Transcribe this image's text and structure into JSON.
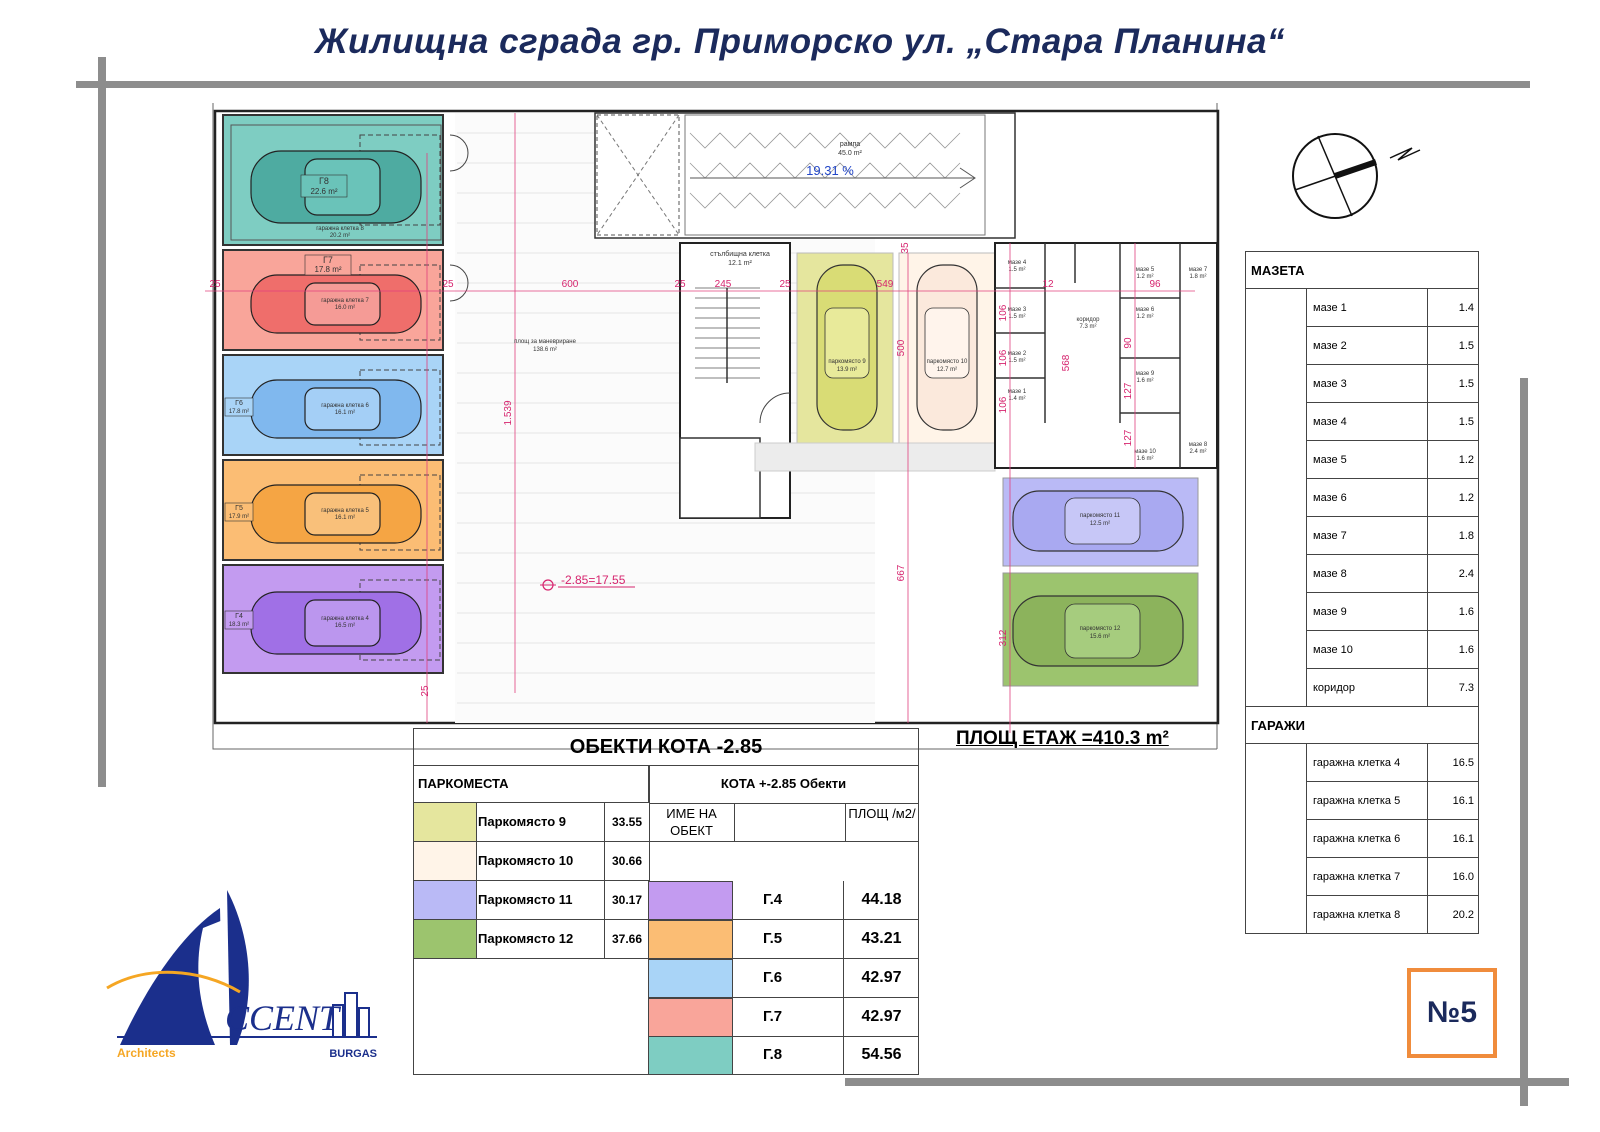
{
  "title": "Жилищна сграда гр. Приморско ул. „Стара Планина“",
  "colors": {
    "g8": "#7ecdc2",
    "g7": "#f9a59a",
    "g6": "#a9d4f7",
    "g5": "#fbbd74",
    "g4": "#c39bf0",
    "p9": "#e5e69e",
    "p10": "#fff4e8",
    "p11": "#babaf6",
    "p12": "#9cc46e",
    "navy": "#1b2a5c",
    "accent": "#f08c3c",
    "dim": "#d6246e"
  },
  "plan": {
    "ramp_label": "рампа",
    "ramp_area": "45.0 m²",
    "ramp_slope": "19.31 %",
    "stair_label": "стълбищна клетка",
    "stair_area": "12.1 m²",
    "maneuver_label": "площ за маневриране",
    "maneuver_area": "138.6 m²",
    "level_mark": "-2.85=17.55",
    "corridor_label": "коридор",
    "corridor_area": "7.3 m²",
    "garages": [
      {
        "id": "Г8",
        "area": "22.6 m²",
        "cell": "гаражна клетка 8",
        "cell_area": "20.2 m²"
      },
      {
        "id": "Г7",
        "area": "17.8 m²",
        "cell": "гаражна клетка 7",
        "cell_area": "16.0 m²"
      },
      {
        "id": "Г6",
        "area": "17.8 m²",
        "cell": "гаражна клетка 6",
        "cell_area": "16.1 m²"
      },
      {
        "id": "Г5",
        "area": "17.9 m²",
        "cell": "гаражна клетка 5",
        "cell_area": "16.1 m²"
      },
      {
        "id": "Г4",
        "area": "18.3 m²",
        "cell": "гаражна клетка 4",
        "cell_area": "16.5 m²"
      }
    ],
    "spots": [
      {
        "label": "паркомясто 9",
        "area": "13.9 m²"
      },
      {
        "label": "паркомясто 10",
        "area": "12.7 m²"
      },
      {
        "label": "паркомясто 11",
        "area": "12.5 m²"
      },
      {
        "label": "паркомясто 12",
        "area": "15.6 m²"
      }
    ],
    "cellars": [
      {
        "name": "мазе 1",
        "area": "1.4 m²"
      },
      {
        "name": "мазе 2",
        "area": "1.5 m²"
      },
      {
        "name": "мазе 3",
        "area": "1.5 m²"
      },
      {
        "name": "мазе 4",
        "area": "1.5 m²"
      },
      {
        "name": "мазе 5",
        "area": "1.2 m²"
      },
      {
        "name": "мазе 6",
        "area": "1.2 m²"
      },
      {
        "name": "мазе 7",
        "area": "1.8 m²"
      },
      {
        "name": "мазе 8",
        "area": "2.4 m²"
      },
      {
        "name": "мазе 9",
        "area": "1.6 m²"
      },
      {
        "name": "мазе 10",
        "area": "1.6 m²"
      }
    ],
    "dims": {
      "d600": "600",
      "d245": "245",
      "d549": "549",
      "d1539": "1.539",
      "d500": "500",
      "d667": "667",
      "d568": "568",
      "d312": "312",
      "d25a": "25",
      "d25b": "25",
      "d25c": "25",
      "d25d": "25",
      "d25e": "25",
      "d106a": "106",
      "d106b": "106",
      "d106c": "106",
      "d90": "90",
      "d127a": "127",
      "d127b": "127",
      "d96": "96",
      "d12": "12",
      "d35": "35"
    }
  },
  "floor_area": "ПЛОЩ ЕТАЖ =410.3 m²",
  "masa_table": {
    "cellars_header": "МАЗЕТА",
    "cellars": [
      {
        "name": "мазе  1",
        "val": "1.4"
      },
      {
        "name": "мазе  2",
        "val": "1.5"
      },
      {
        "name": "мазе  3",
        "val": "1.5"
      },
      {
        "name": "мазе  4",
        "val": "1.5"
      },
      {
        "name": "мазе  5",
        "val": "1.2"
      },
      {
        "name": "мазе  6",
        "val": "1.2"
      },
      {
        "name": "мазе  7",
        "val": "1.8"
      },
      {
        "name": "мазе  8",
        "val": "2.4"
      },
      {
        "name": "мазе  9",
        "val": "1.6"
      },
      {
        "name": "мазе  10",
        "val": "1.6"
      },
      {
        "name": "коридор",
        "val": "7.3"
      }
    ],
    "garages_header": "ГАРАЖИ",
    "garages": [
      {
        "name": "гаражна клетка 4",
        "val": "16.5"
      },
      {
        "name": "гаражна клетка 5",
        "val": "16.1"
      },
      {
        "name": "гаражна клетка 6",
        "val": "16.1"
      },
      {
        "name": "гаражна клетка 7",
        "val": "16.0"
      },
      {
        "name": "гаражна клетка 8",
        "val": "20.2"
      }
    ]
  },
  "objects_table": {
    "title": "ОБЕКТИ КОТА -2.85",
    "parking_header": "ПАРКОМЕСТА",
    "objects_header": "КОТА +-2.85 Обекти",
    "col_name": "ИМЕ НА ОБЕКТ",
    "col_area": "ПЛОЩ /м2/",
    "parking": [
      {
        "name": "Паркомясто 9",
        "val": "33.55"
      },
      {
        "name": "Паркомясто 10",
        "val": "30.66"
      },
      {
        "name": "Паркомясто 11",
        "val": "30.17"
      },
      {
        "name": "Паркомясто 12",
        "val": "37.66"
      }
    ],
    "objects": [
      {
        "name": "Г.4",
        "val": "44.18"
      },
      {
        "name": "Г.5",
        "val": "43.21"
      },
      {
        "name": "Г.6",
        "val": "42.97"
      },
      {
        "name": "Г.7",
        "val": "42.97"
      },
      {
        "name": "Г.8",
        "val": "54.56"
      }
    ]
  },
  "logo": {
    "text": "CCENT",
    "sub_left": "Architects",
    "sub_right": "BURGAS"
  },
  "sheet_number": "№5"
}
